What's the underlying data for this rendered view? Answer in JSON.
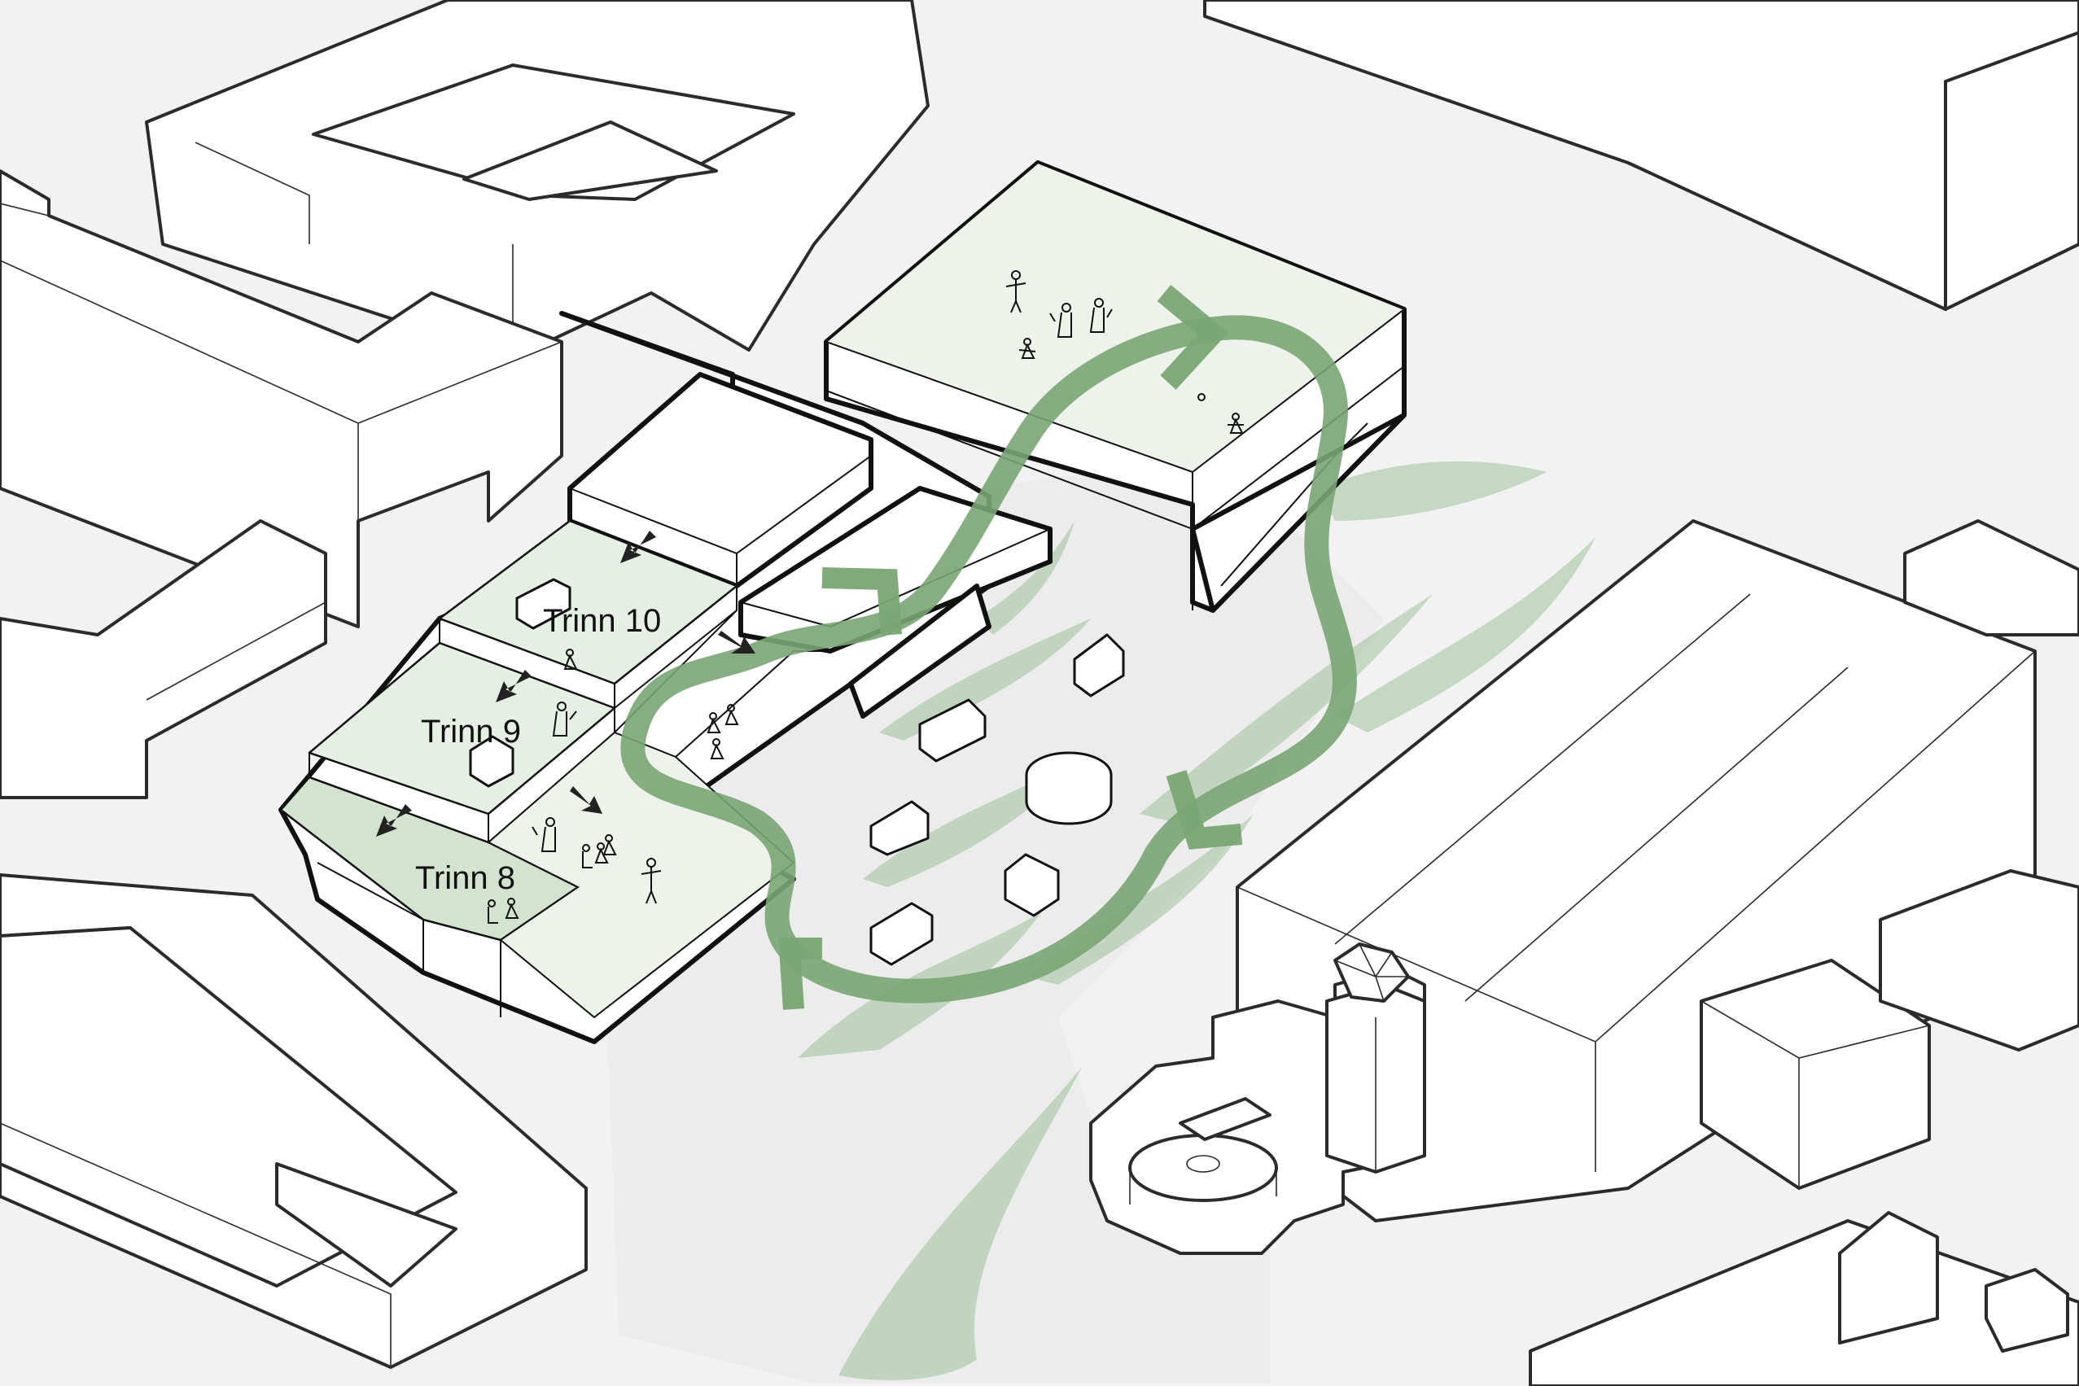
{
  "labels": {
    "trinn_10": "Trinn 10",
    "trinn_9": "Trinn 9",
    "trinn_8": "Trinn 8"
  },
  "colors": {
    "background": "#f2f2f2",
    "building_fill": "#ffffff",
    "outline": "#111111",
    "green_path": "#7aa574",
    "green_vegetation": "#8fb98a",
    "terrace_green": "#e6efe4"
  },
  "icons": {
    "people": "person-icon",
    "direction": "arrow-icon",
    "loop_direction": "chevron-arrow-icon"
  }
}
